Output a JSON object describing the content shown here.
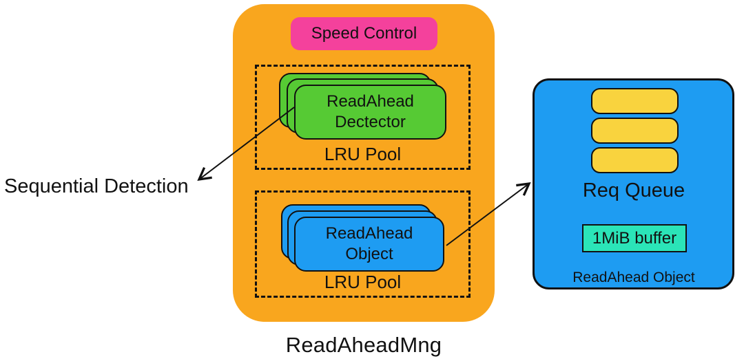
{
  "diagram_title": "ReadAheadMng",
  "manager": {
    "label": "ReadAheadMng",
    "speed_control_label": "Speed Control",
    "detector_pool": {
      "pool_label": "LRU Pool",
      "card_label": "ReadAhead\nDectector",
      "card_count": 3
    },
    "object_pool": {
      "pool_label": "LRU Pool",
      "card_label": "ReadAhead\nObject",
      "card_count": 3
    }
  },
  "annotations": {
    "sequential_detection": "Sequential Detection"
  },
  "readahead_object_detail": {
    "label": "ReadAhead Object",
    "req_queue_label": "Req Queue",
    "queue_item_count": 3,
    "buffer_label": "1MiB buffer"
  },
  "colors": {
    "manager_box": "#F9A61E",
    "speed_control": "#F4419C",
    "detector_card": "#56CA34",
    "object_card": "#1E9CF2",
    "detail_box": "#1E9CF2",
    "queue_item": "#F9D33E",
    "buffer": "#2BE4B8",
    "line": "#111111"
  }
}
